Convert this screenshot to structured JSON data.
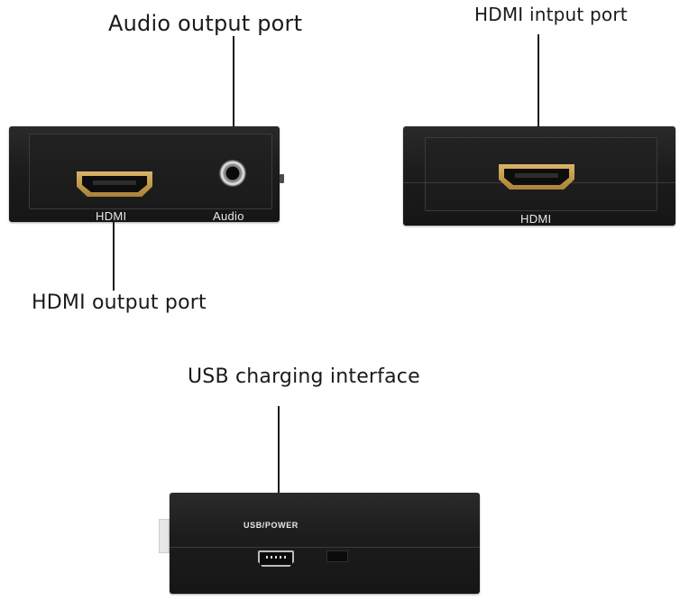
{
  "callouts": {
    "audio_output": "Audio output port",
    "hdmi_input": "HDMI intput port",
    "hdmi_output": "HDMI output port",
    "usb_charging": "USB charging interface"
  },
  "devices": {
    "output_side": {
      "hdmi_label": "HDMI",
      "audio_label": "Audio"
    },
    "input_side": {
      "hdmi_label": "HDMI"
    },
    "power_side": {
      "usb_label": "USB/POWER"
    }
  },
  "colors": {
    "device_body": "#1c1c1c",
    "hdmi_gold": "#c29a4a",
    "label_text": "#e8e8e8",
    "callout_text": "#1a1a1a"
  }
}
